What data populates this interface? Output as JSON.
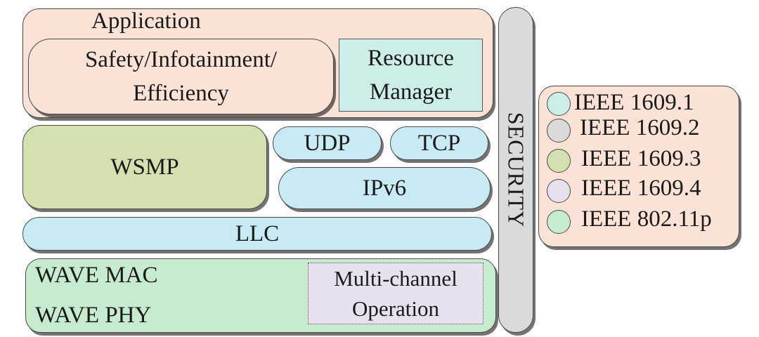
{
  "colors": {
    "application_bg": "#fbe2d6",
    "resource_manager_bg": "#cdeee8",
    "wsmp_bg": "#d3e1b0",
    "ip_bg": "#c8eaf3",
    "wave_bg": "#c7ebcf",
    "multichannel_bg": "#e7e1ef",
    "security_bg": "#dadada",
    "legend_bg": "#fbe2d6"
  },
  "application": {
    "title": "Application",
    "safety_line1": "Safety/Infotainment/",
    "safety_line2": "Efficiency",
    "resource_line1": "Resource",
    "resource_line2": "Manager"
  },
  "layers": {
    "wsmp": "WSMP",
    "udp": "UDP",
    "tcp": "TCP",
    "ipv6": "IPv6",
    "llc": "LLC",
    "wave_mac": "WAVE MAC",
    "wave_phy": "WAVE PHY",
    "multichannel_line1": "Multi-channel",
    "multichannel_line2": "Operation"
  },
  "security": {
    "label": "SECURITY"
  },
  "legend": {
    "items": [
      {
        "label": "IEEE 1609.1",
        "color": "#cdeee8"
      },
      {
        "label": "IEEE 1609.2",
        "color": "#dadada"
      },
      {
        "label": "IEEE 1609.3",
        "color": "#d3e1b0"
      },
      {
        "label": "IEEE 1609.4",
        "color": "#e7e1ef"
      },
      {
        "label": "IEEE 802.11p",
        "color": "#c7ebcf"
      }
    ]
  }
}
